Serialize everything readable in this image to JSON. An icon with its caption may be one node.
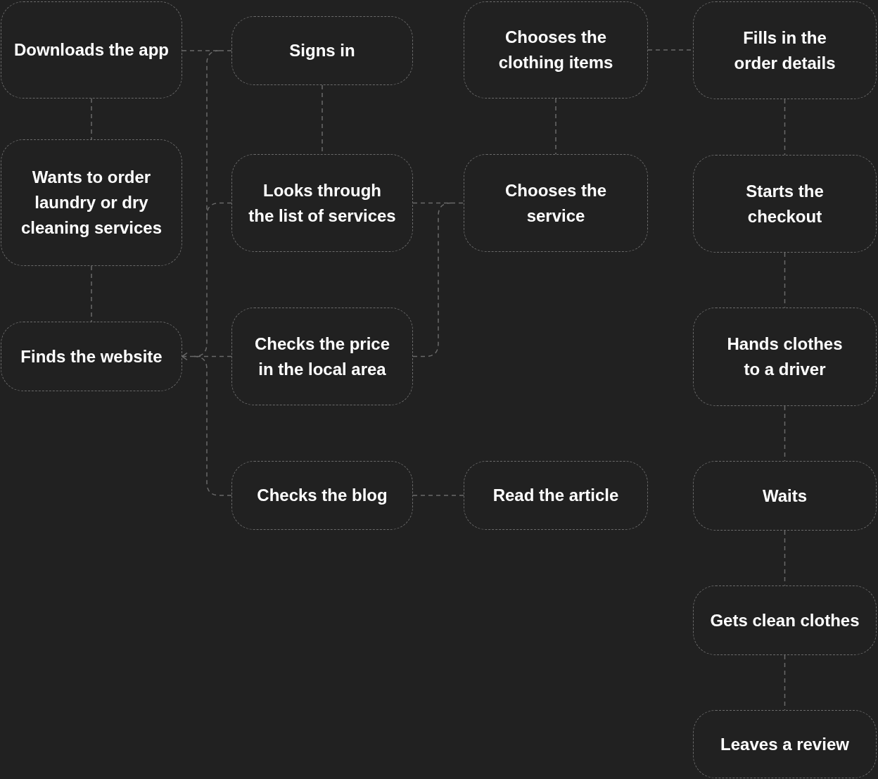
{
  "diagram": {
    "nodes": [
      {
        "text": [
          "Downloads the app"
        ]
      },
      {
        "text": [
          "Signs in"
        ]
      },
      {
        "text": [
          "Chooses the clothing items"
        ]
      },
      {
        "text": [
          "Fills in the order details"
        ]
      },
      {
        "text": [
          "Wants to order laundry or dry cleaning services"
        ]
      },
      {
        "text": [
          "Looks through the list of services"
        ]
      },
      {
        "text": [
          "Chooses the service"
        ]
      },
      {
        "text": [
          "Starts the checkout"
        ]
      },
      {
        "text": [
          "Finds the website"
        ]
      },
      {
        "text": [
          "Checks the price in the local area"
        ]
      },
      {
        "text": [
          "Hands clothes to a driver"
        ]
      },
      {
        "text": [
          "Checks the blog"
        ]
      },
      {
        "text": [
          "Read the article"
        ]
      },
      {
        "text": [
          "Waits"
        ]
      },
      {
        "text": [
          "Gets clean clothes"
        ]
      },
      {
        "text": [
          "Leaves a review"
        ]
      }
    ],
    "edges": [
      {
        "from": 0,
        "to": 1,
        "arrow": "none"
      },
      {
        "from": 2,
        "to": 3,
        "arrow": "none"
      },
      {
        "from": 0,
        "to": 4,
        "arrow": "none"
      },
      {
        "from": 1,
        "to": 5,
        "arrow": "none"
      },
      {
        "from": 2,
        "to": 6,
        "arrow": "none"
      },
      {
        "from": 3,
        "to": 7,
        "arrow": "none"
      },
      {
        "from": 5,
        "to": 6,
        "arrow": "none"
      },
      {
        "from": 5,
        "to": 8,
        "arrow": "to"
      },
      {
        "from": 1,
        "to": 8,
        "arrow": "to"
      },
      {
        "from": 4,
        "to": 8,
        "arrow": "none"
      },
      {
        "from": 9,
        "to": 8,
        "arrow": "to"
      },
      {
        "from": 9,
        "to": 6,
        "arrow": "none"
      },
      {
        "from": 7,
        "to": 10,
        "arrow": "none"
      },
      {
        "from": 11,
        "to": 8,
        "arrow": "to"
      },
      {
        "from": 11,
        "to": 12,
        "arrow": "none"
      },
      {
        "from": 10,
        "to": 13,
        "arrow": "none"
      },
      {
        "from": 13,
        "to": 14,
        "arrow": "none"
      },
      {
        "from": 14,
        "to": 15,
        "arrow": "none"
      }
    ]
  }
}
